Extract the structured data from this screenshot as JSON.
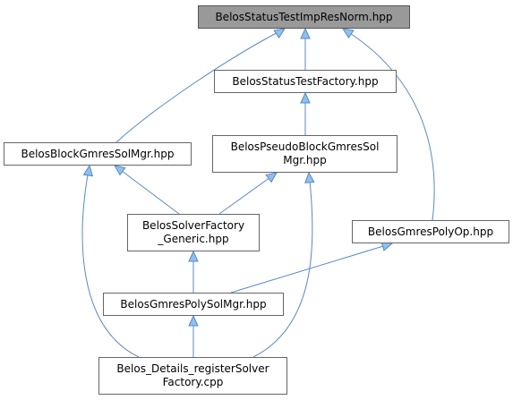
{
  "nodes": {
    "root": {
      "lines": [
        "BelosStatusTestImpResNorm.hpp"
      ]
    },
    "status_factory": {
      "lines": [
        "BelosStatusTestFactory.hpp"
      ]
    },
    "block_gmres": {
      "lines": [
        "BelosBlockGmresSolMgr.hpp"
      ]
    },
    "pseudo_block": {
      "lines": [
        "BelosPseudoBlockGmresSol",
        "Mgr.hpp"
      ]
    },
    "solver_factory": {
      "lines": [
        "BelosSolverFactory",
        "_Generic.hpp"
      ]
    },
    "gmres_poly_op": {
      "lines": [
        "BelosGmresPolyOp.hpp"
      ]
    },
    "gmres_poly_sol": {
      "lines": [
        "BelosGmresPolySolMgr.hpp"
      ]
    },
    "register_solver": {
      "lines": [
        "Belos_Details_registerSolver",
        "Factory.cpp"
      ]
    }
  },
  "colors": {
    "edge": "#5b88c4",
    "arrowhead": "#8ec0ee",
    "root_fill": "#999999",
    "node_border": "#666666"
  }
}
